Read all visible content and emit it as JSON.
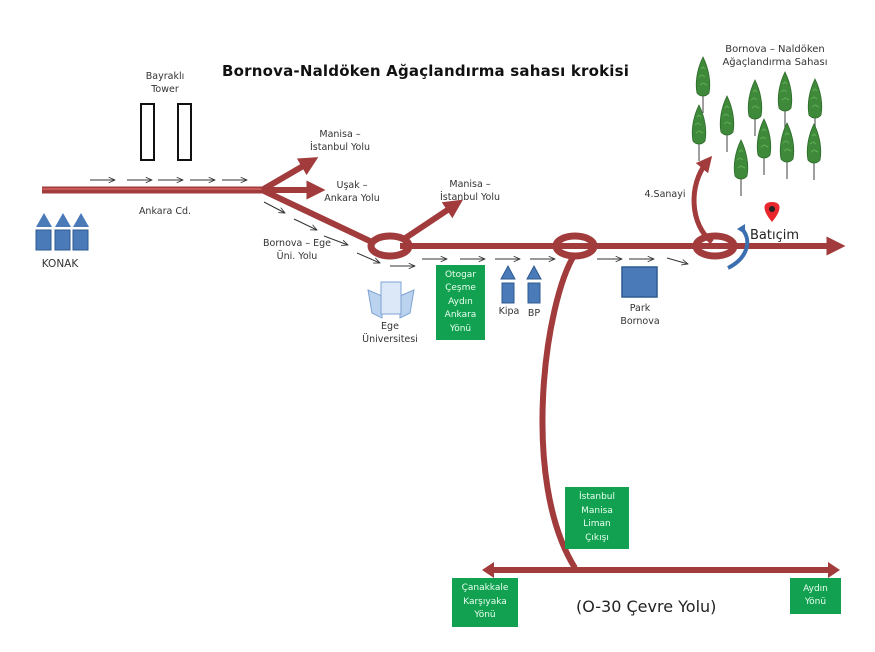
{
  "title": "Bornova-Naldöken  Ağaçlandırma  sahası  krokisi",
  "colors": {
    "road": "#a23b3b",
    "road_light": "#c85a5a",
    "building_blue": "#4a7ab8",
    "sign_green": "#12a150",
    "pin_red": "#e8262b",
    "tree_green": "#3f8a3a",
    "turn_arrow_blue": "#3b6fb0"
  },
  "landmarks": {
    "konak": {
      "label": "KONAK",
      "icon": "building-cluster-icon"
    },
    "bayrakli_tower": {
      "label": "Bayraklı\nTower",
      "icon": "twin-towers-icon"
    },
    "ege_universitesi": {
      "label": "Ege\nÜniversitesi",
      "icon": "university-icon"
    },
    "kipa": {
      "label": "Kipa",
      "icon": "building-icon"
    },
    "bp": {
      "label": "BP",
      "icon": "building-icon"
    },
    "park_bornova": {
      "label": "Park\nBornova",
      "icon": "mall-icon"
    },
    "baticim": {
      "label": "Batıçim",
      "icon": "map-pin-icon"
    },
    "afforestation_area": {
      "label": "Bornova – Naldöken\nAğaçlandırma Sahası",
      "icon": "tree-icon",
      "tree_count": 11
    }
  },
  "roads": {
    "ankara_cd": "Ankara Cd.",
    "manisa_istanbul_1": "Manisa –\nİstanbul Yolu",
    "usak_ankara": "Uşak –\nAnkara Yolu",
    "bornova_ege": "Bornova – Ege\nÜni. Yolu",
    "manisa_istanbul_2": "Manisa –\nİstanbul Yolu",
    "sanayi": "4.Sanayi",
    "cevre_yolu": "(O-30  Çevre Yolu)"
  },
  "signs": {
    "otogar": "Otogar\nÇeşme\nAydın\nAnkara\nYönü",
    "istanbul_exit": "İstanbul\nManisa\nLiman\nÇıkışı",
    "canakkale": "Çanakkale\nKarşıyaka\nYönü",
    "aydin": "Aydın\nYönü"
  }
}
